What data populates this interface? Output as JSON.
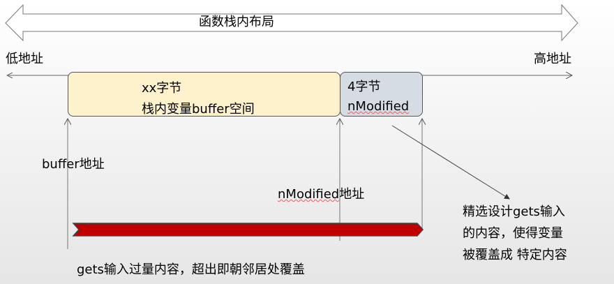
{
  "title": "函数栈内布局",
  "low_addr": "低地址",
  "high_addr": "高地址",
  "buffer_box": {
    "line1": "xx字节",
    "line2": "栈内变量buffer空间",
    "color": "#fdf2cc"
  },
  "nmod_box": {
    "line1": "4字节",
    "line2": "nModified",
    "color": "#d6dce4"
  },
  "buffer_addr": "buffer地址",
  "nmod_addr": {
    "name": "nModified",
    "suffix": "地址"
  },
  "overflow_color": "#c00000",
  "note": [
    "精选设计gets输入",
    "的内容，使得变量",
    "被覆盖成 特定内容"
  ],
  "bottom_text": "gets输入过量内容，超出即朝邻居处覆盖"
}
